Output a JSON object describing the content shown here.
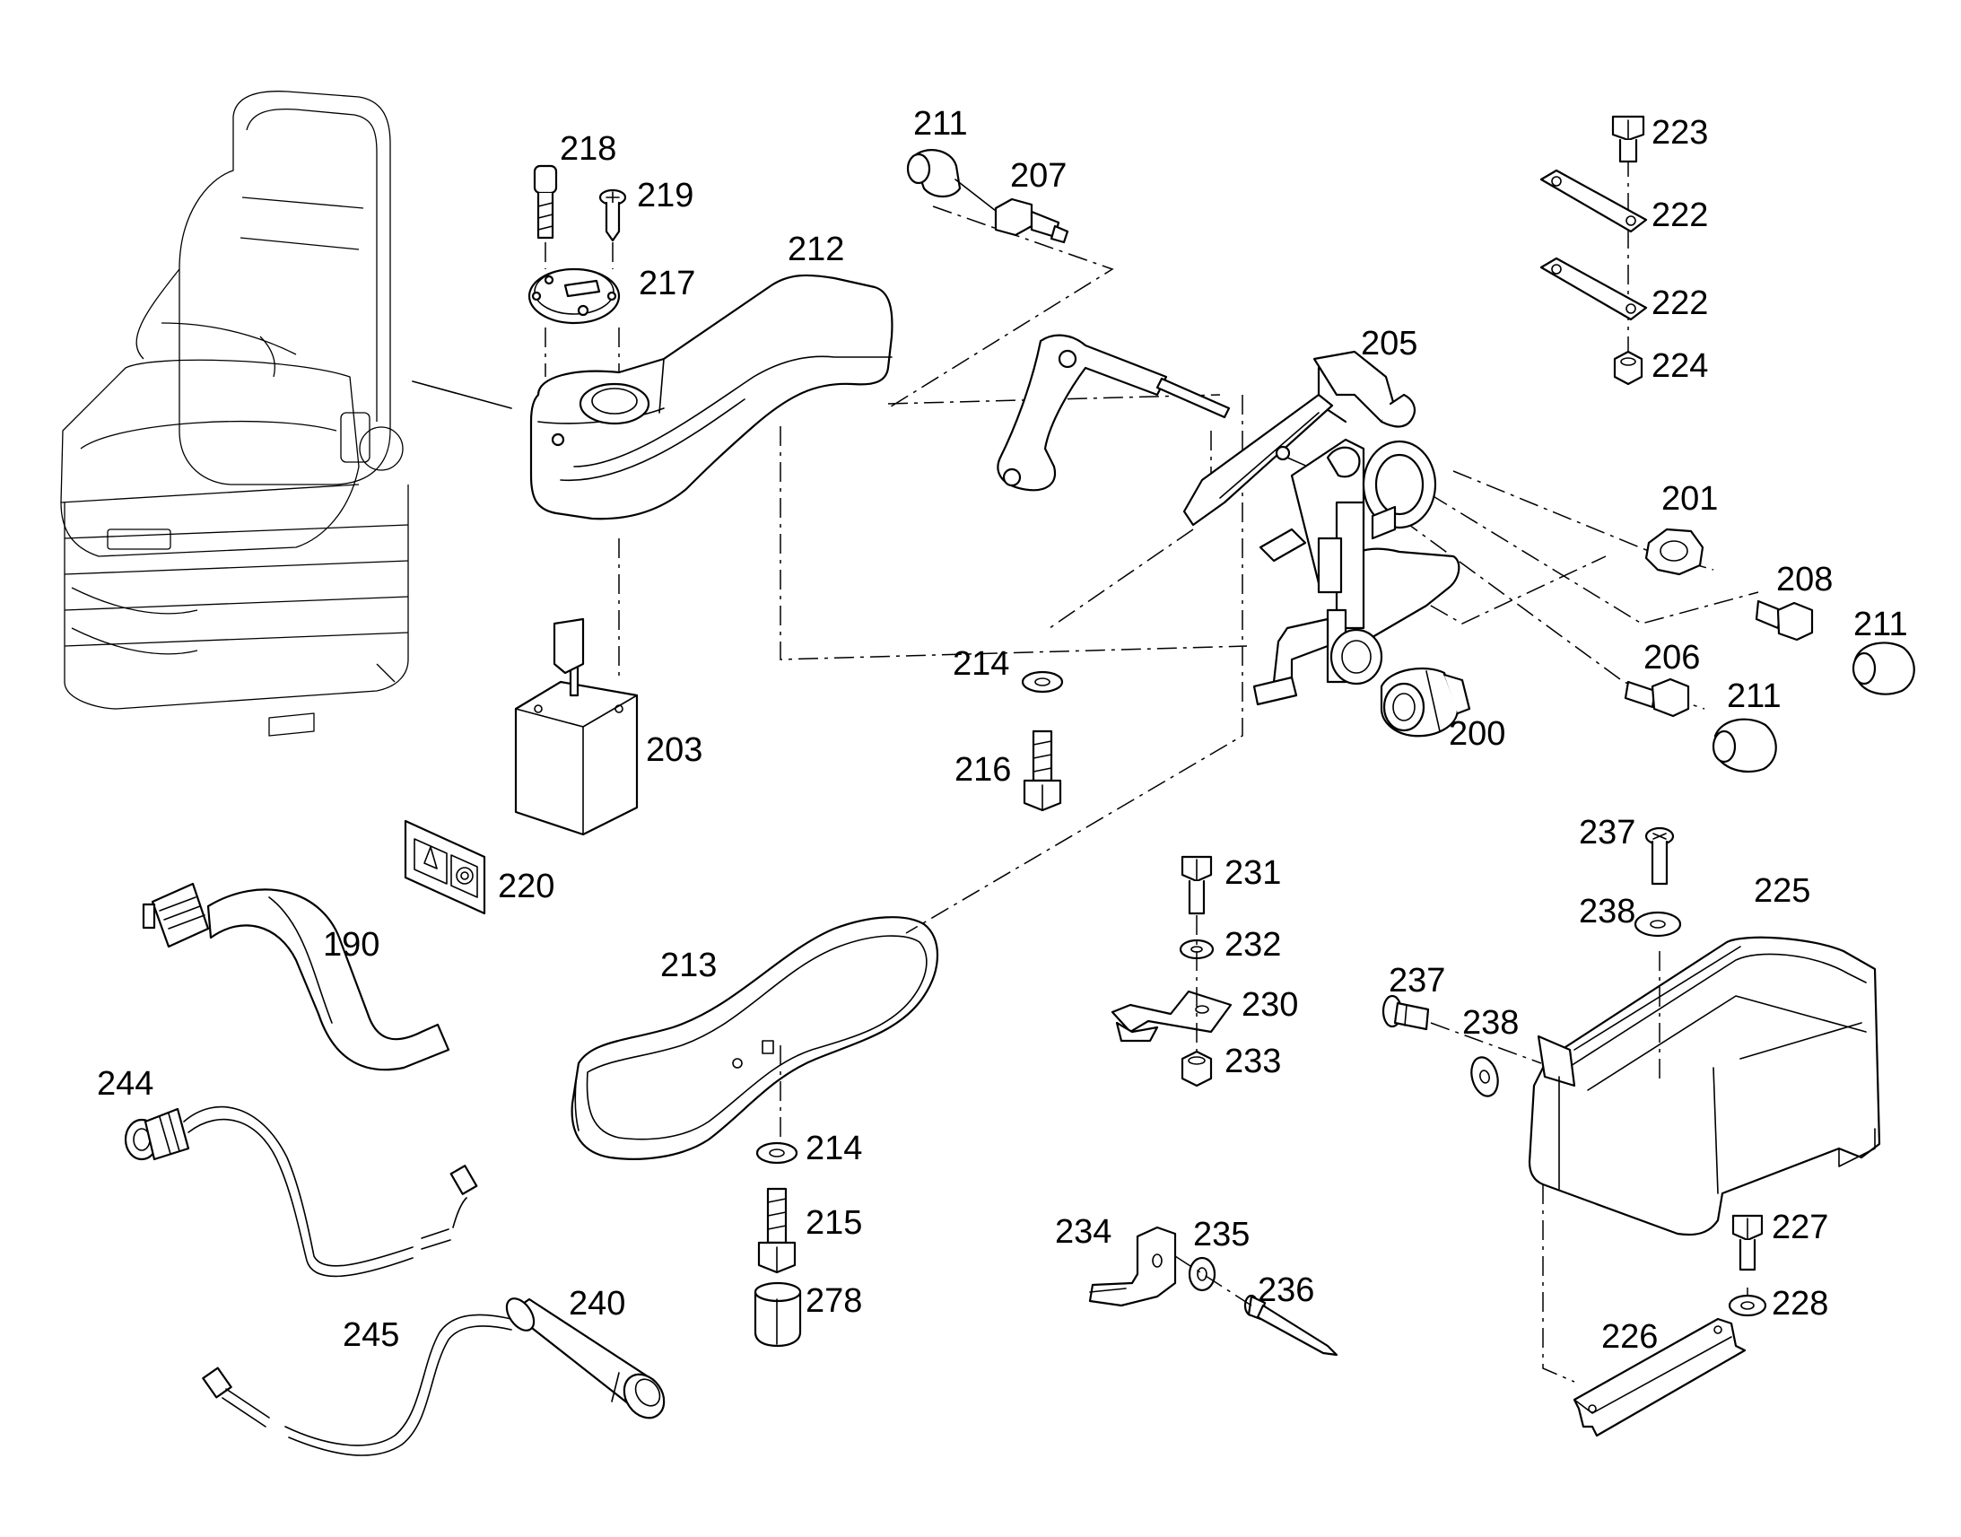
{
  "colors": {
    "line": "#000000",
    "background": "#ffffff"
  },
  "callouts": {
    "c190": "190",
    "c200": "200",
    "c201": "201",
    "c203": "203",
    "c205": "205",
    "c206": "206",
    "c207": "207",
    "c208": "208",
    "c211a": "211",
    "c211b": "211",
    "c211c": "211",
    "c212": "212",
    "c213": "213",
    "c214a": "214",
    "c214b": "214",
    "c215": "215",
    "c216": "216",
    "c217": "217",
    "c218": "218",
    "c219": "219",
    "c220": "220",
    "c222a": "222",
    "c222b": "222",
    "c223": "223",
    "c224": "224",
    "c225": "225",
    "c226": "226",
    "c227": "227",
    "c228": "228",
    "c230": "230",
    "c231": "231",
    "c232": "232",
    "c233": "233",
    "c234": "234",
    "c235": "235",
    "c236": "236",
    "c237a": "237",
    "c237b": "237",
    "c238a": "238",
    "c238b": "238",
    "c240": "240",
    "c244": "244",
    "c245": "245",
    "c278": "278"
  }
}
